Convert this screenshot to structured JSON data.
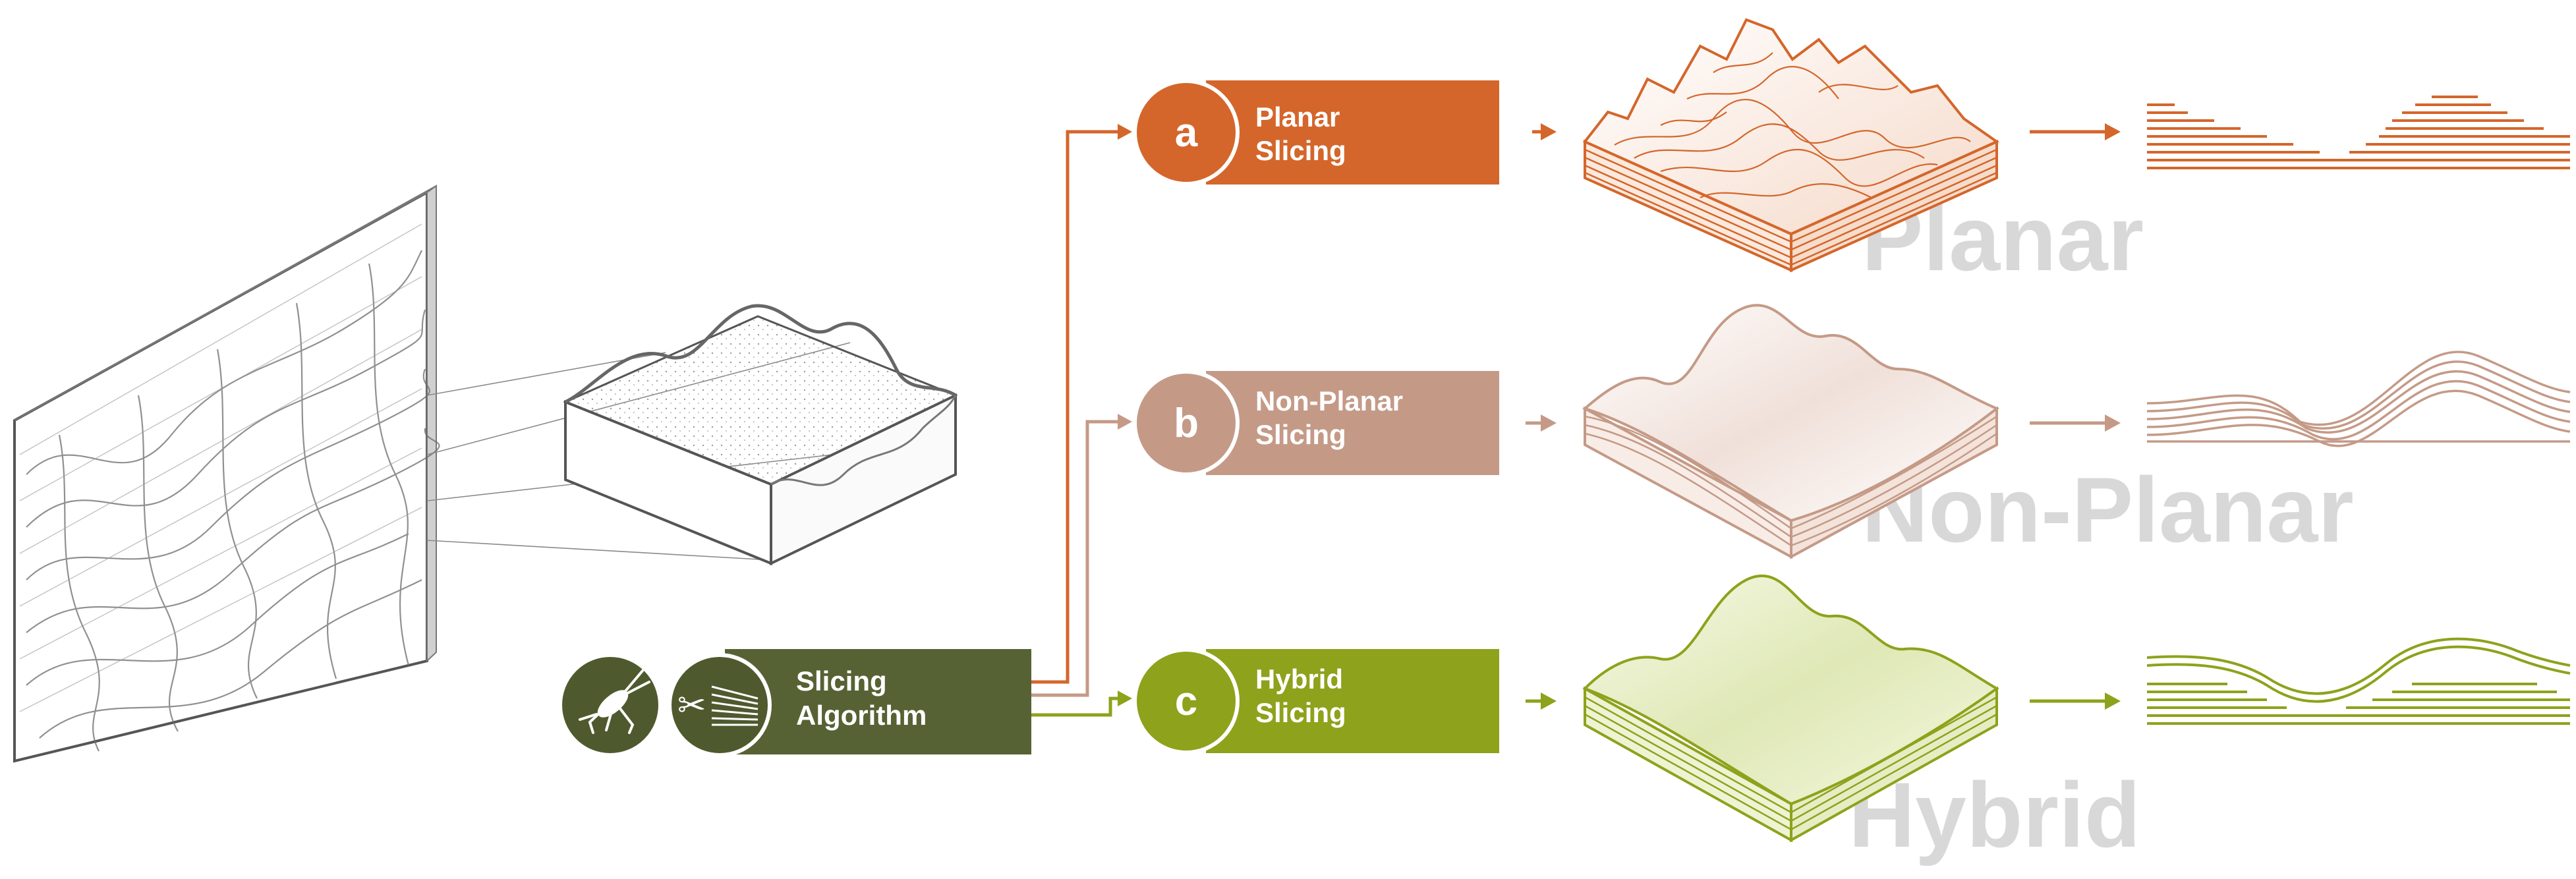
{
  "colors": {
    "planar": "#d4662b",
    "nonplanar": "#c49a87",
    "hybrid": "#8ea21b",
    "algorithm": "#566233",
    "algorithm_dark": "#4e5a2e",
    "ghost_text": "#d8d8d8",
    "sketch": "#555555"
  },
  "icons": {
    "grasshopper": "grasshopper-icon",
    "slicer": "scissors-slicer-icon"
  },
  "algorithm": {
    "line1": "Slicing",
    "line2": "Algorithm"
  },
  "methods": [
    {
      "letter": "a",
      "line1": "Planar",
      "line2": "Slicing",
      "ghost": "Planar"
    },
    {
      "letter": "b",
      "line1": "Non-Planar",
      "line2": "Slicing",
      "ghost": "Non-Planar"
    },
    {
      "letter": "c",
      "line1": "Hybrid",
      "line2": "Slicing",
      "ghost": "Hybrid"
    }
  ]
}
